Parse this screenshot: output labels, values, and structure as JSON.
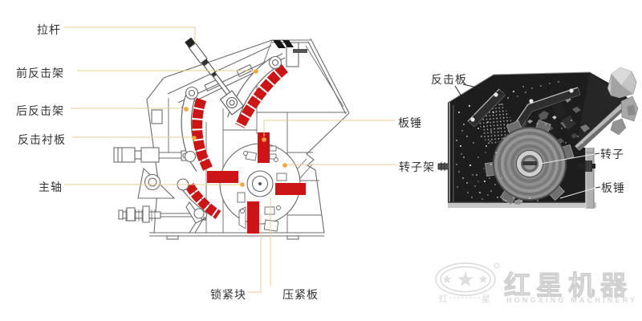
{
  "left_diagram": {
    "labels": {
      "pull_rod": "拉杆",
      "front_impact_frame": "前反击架",
      "rear_impact_frame": "后反击架",
      "impact_liner": "反击衬板",
      "main_shaft": "主轴",
      "locking_block": "锁紧块",
      "pressing_plate": "压紧板",
      "plate_hammer": "板锤",
      "rotor_frame": "转子架"
    }
  },
  "right_photo": {
    "labels": {
      "impact_plate": "反击板",
      "rotor": "转子",
      "plate_hammer": "板锤"
    }
  },
  "logo": {
    "brand_cn": "红星机器",
    "brand_en": "HONGXING MACHINERY",
    "seal_left": "红",
    "seal_right": "星"
  },
  "colors": {
    "highlight_red": "#cc1516",
    "leader_line": "#e7cb90",
    "leader_dot": "#f0a63a",
    "drawing_line": "#6b6b6b"
  }
}
